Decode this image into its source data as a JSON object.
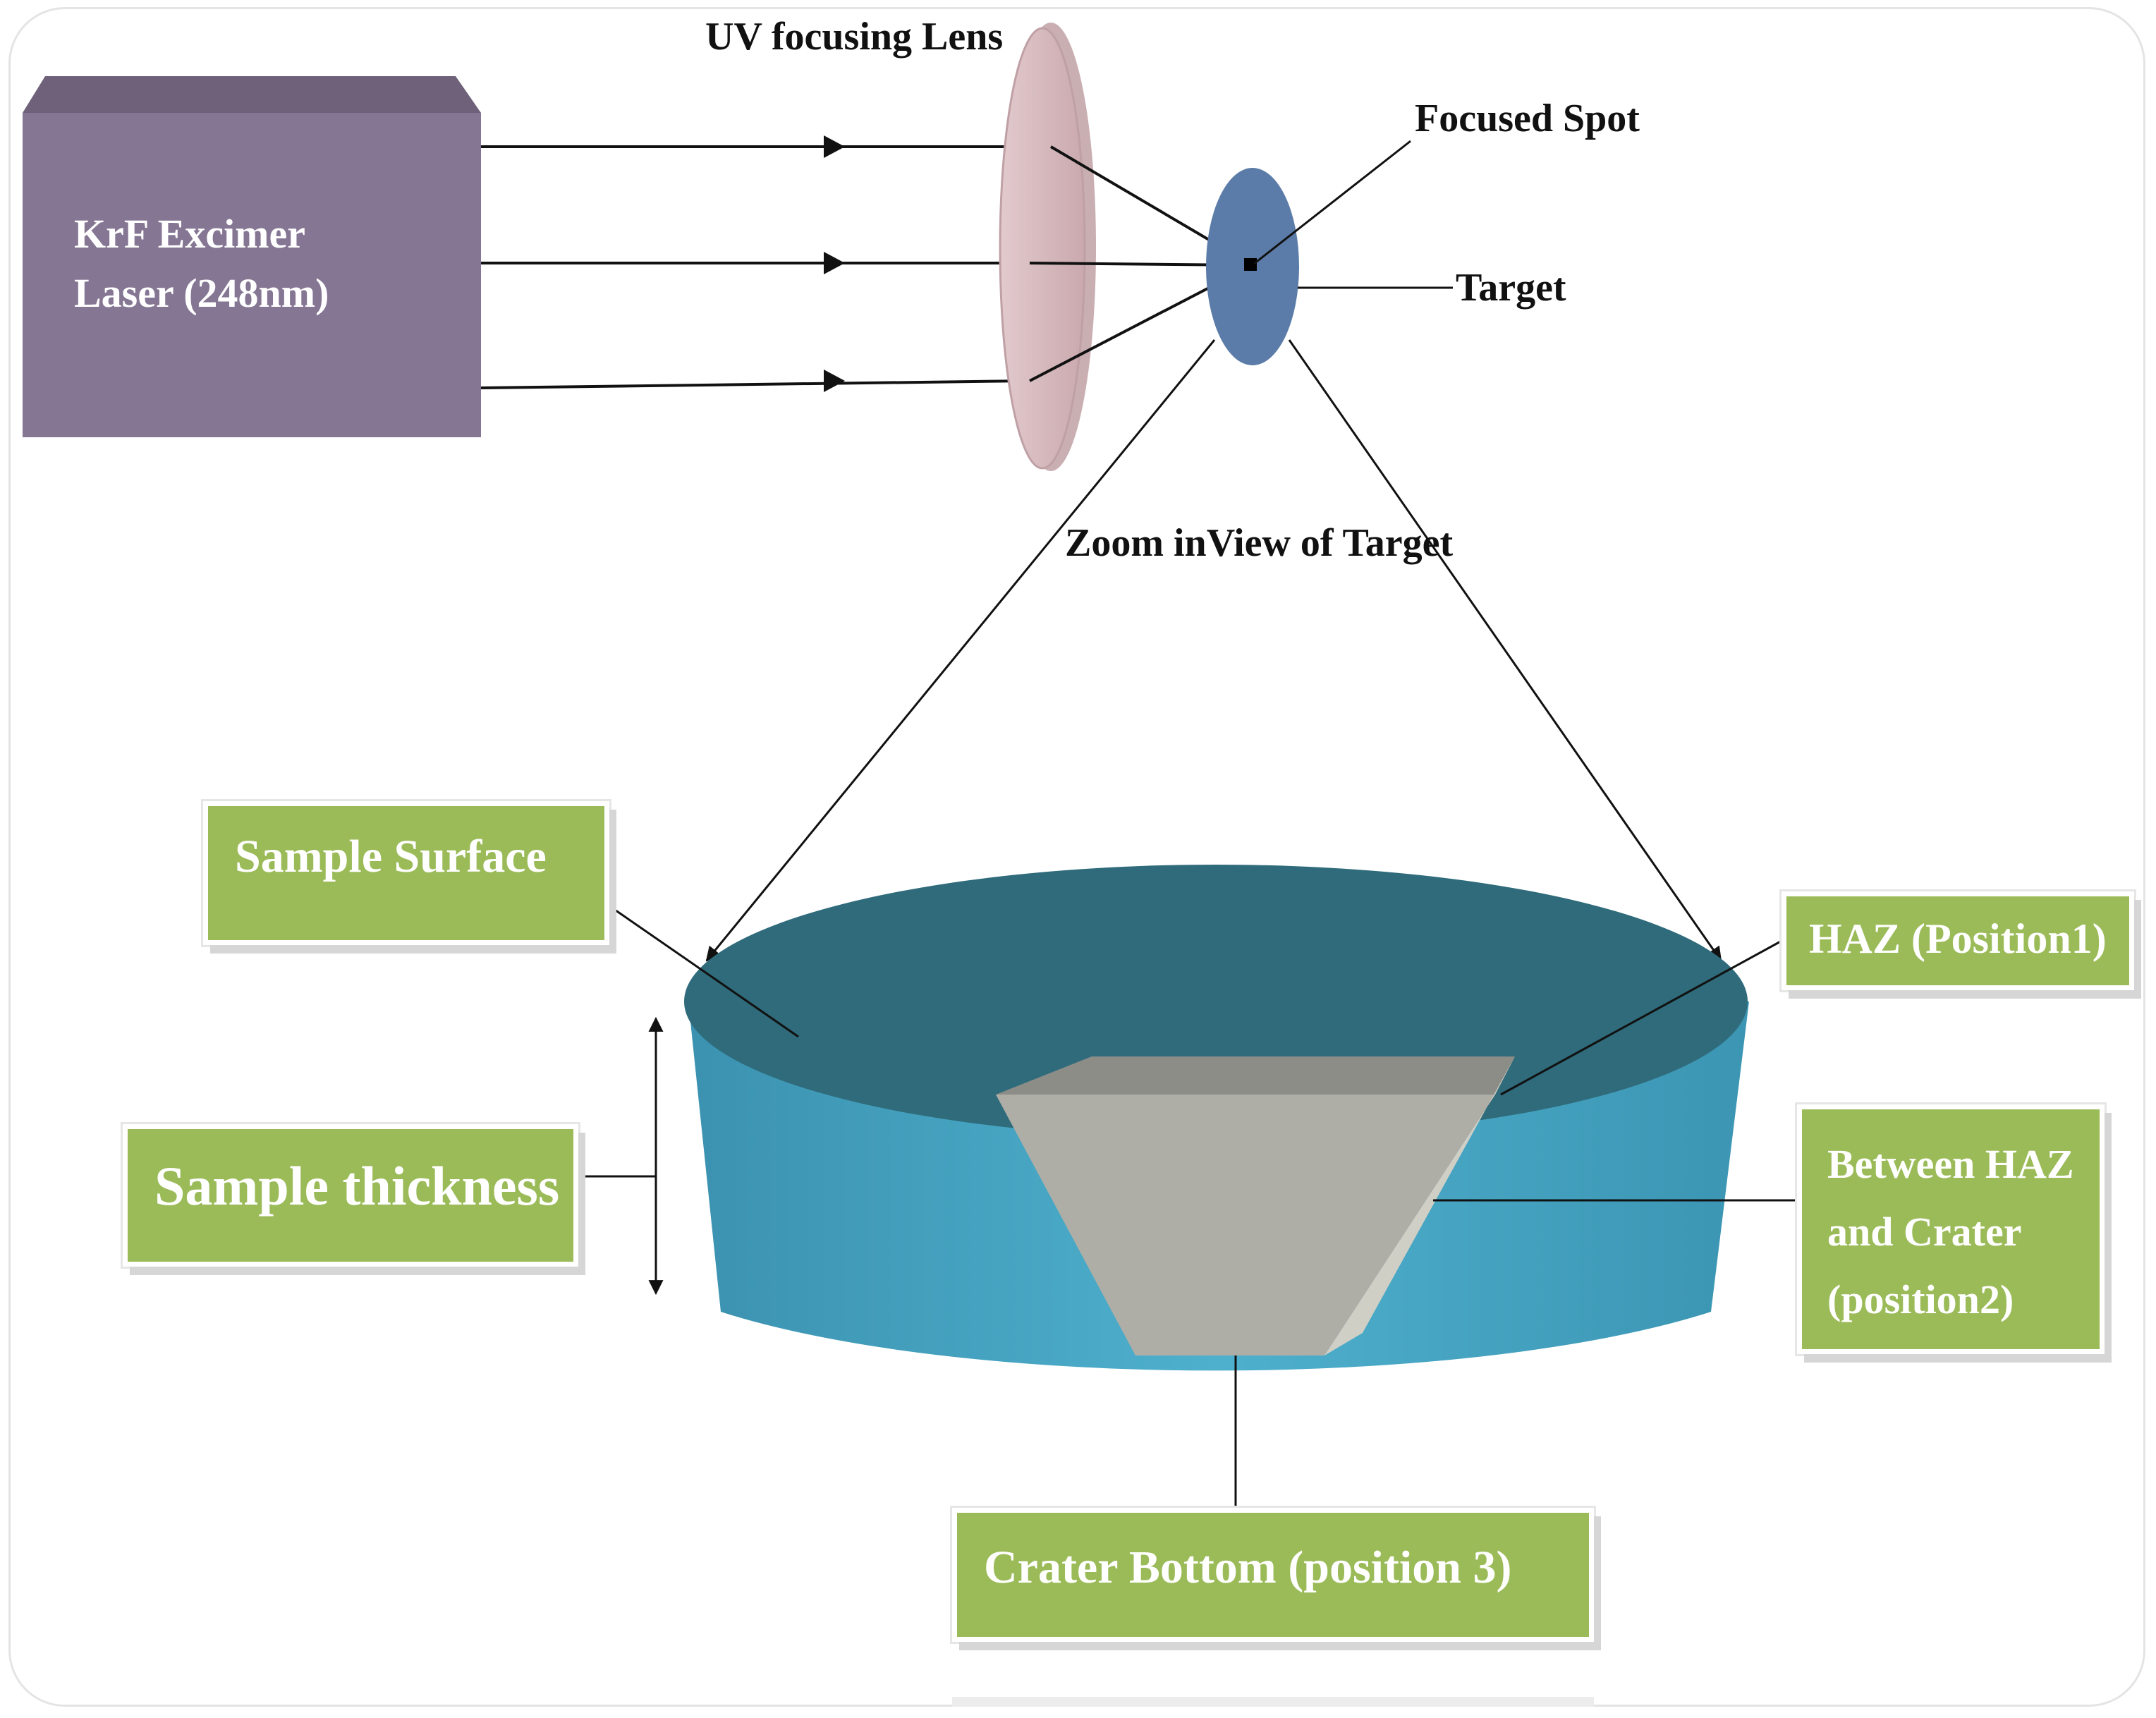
{
  "laser": {
    "line1": "KrF Excimer",
    "line2": "Laser (248nm)"
  },
  "labels": {
    "lens": "UV focusing Lens",
    "focused_spot": "Focused Spot",
    "target": "Target",
    "zoom": "Zoom inView of Target"
  },
  "boxes": {
    "sample_surface": "Sample Surface",
    "sample_thickness": "Sample thickness",
    "haz": "HAZ (Position1)",
    "between_line1": "Between HAZ",
    "between_line2": "and Crater",
    "between_line3": "(position2)",
    "crater_bottom": "Crater Bottom (position 3)"
  },
  "colors": {
    "laser_box": "#857694",
    "lens": "#d8bcc0",
    "target": "#5b7ca8",
    "disk_top": "#2f6b7b",
    "disk_side": "#4aa7c4",
    "crater": "#aeaea6",
    "label_box": "#9bbb59"
  }
}
